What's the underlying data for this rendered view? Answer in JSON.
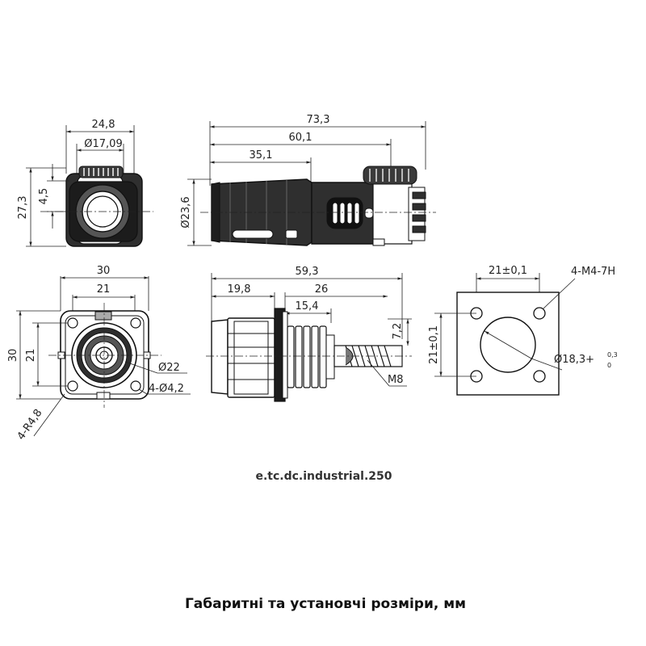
{
  "views": {
    "front_top": {
      "width": "24,8",
      "bore": "Ø17,09",
      "height": "27,3",
      "offset": "4,5"
    },
    "side_top": {
      "overall": "73,3",
      "to_latch": "60,1",
      "to_shoulder": "35,1",
      "diameter": "Ø23,6"
    },
    "flange_front": {
      "width": "30",
      "hole_spacing_h": "21",
      "height": "30",
      "hole_spacing_v": "21",
      "boss": "Ø22",
      "holes": "4-Ø4,2",
      "corner_radius": "4-R4,8"
    },
    "side_bottom": {
      "overall": "59,3",
      "span": "26",
      "flange_to_fin": "19,8",
      "fins": "15,4",
      "thread_height": "7,2",
      "thread": "M8"
    },
    "panel_cutout": {
      "hole_spacing_h": "21±0,1",
      "tapped": "4-M4-7H",
      "hole_spacing_v": "21±0,1",
      "cutout_prefix": "Ø18,3+",
      "tol_upper": "0,3",
      "tol_lower": "0"
    }
  },
  "model_code": "e.tc.dc.industrial.250",
  "caption": "Габаритні та установчі розміри, мм"
}
